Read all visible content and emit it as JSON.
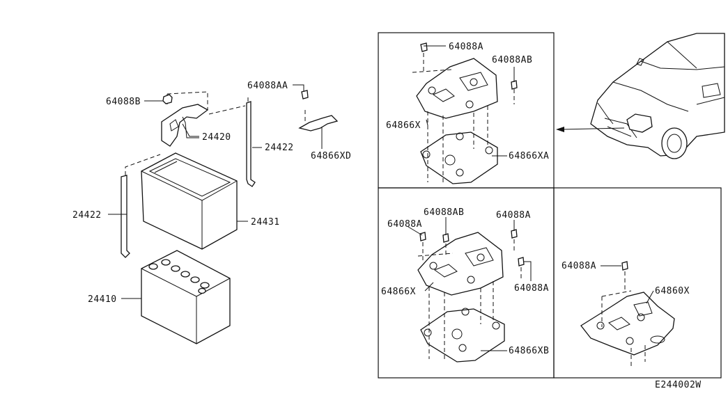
{
  "diagram_id": "E244002W",
  "parts": {
    "p64088B": "64088B",
    "p24420": "24420",
    "p24422_right": "24422",
    "p24422_left": "24422",
    "p24431": "24431",
    "p24410": "24410",
    "p64088AA": "64088AA",
    "p64866XD": "64866XD"
  },
  "panel_top": {
    "p64088A": "64088A",
    "p64088AB": "64088AB",
    "p64866X": "64866X",
    "p64866XA": "64866XA"
  },
  "panel_bottom_left": {
    "p64088A_left": "64088A",
    "p64088AB": "64088AB",
    "p64088A_right": "64088A",
    "p64866X": "64866X",
    "p64088A_lower": "64088A",
    "p64866XB": "64866XB"
  },
  "panel_bottom_right": {
    "p64088A": "64088A",
    "p64860X": "64860X"
  }
}
